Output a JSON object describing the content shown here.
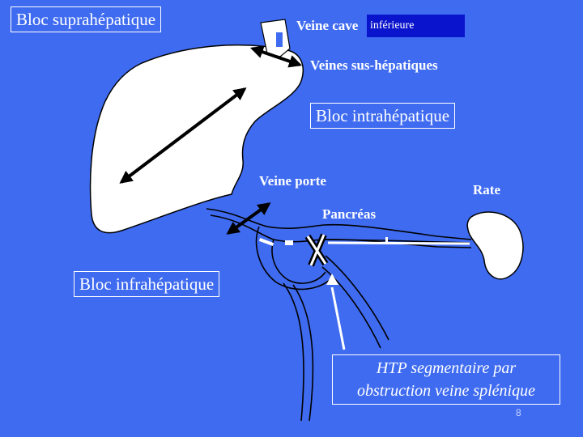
{
  "labels": {
    "bloc_suprahepatique": "Bloc suprahépatique",
    "bloc_intrahepatique": "Bloc intrahépatique",
    "bloc_infrahepatique": "Bloc infrahépatique",
    "veine_cave": "Veine cave",
    "inferieure": "inférieure",
    "veines_sus_hepatiques": "Veines sus-hépatiques",
    "veine_porte": "Veine porte",
    "rate": "Rate",
    "pancreas": "Pancréas",
    "htp_line1": "HTP segmentaire par",
    "htp_line2": "obstruction veine splénique"
  },
  "page_number": "8",
  "colors": {
    "background": "#3f6bf0",
    "organ_fill": "#ffffff",
    "outline": "#000000",
    "label_text": "#ffffff",
    "highlight_box": "#0a14cc"
  }
}
